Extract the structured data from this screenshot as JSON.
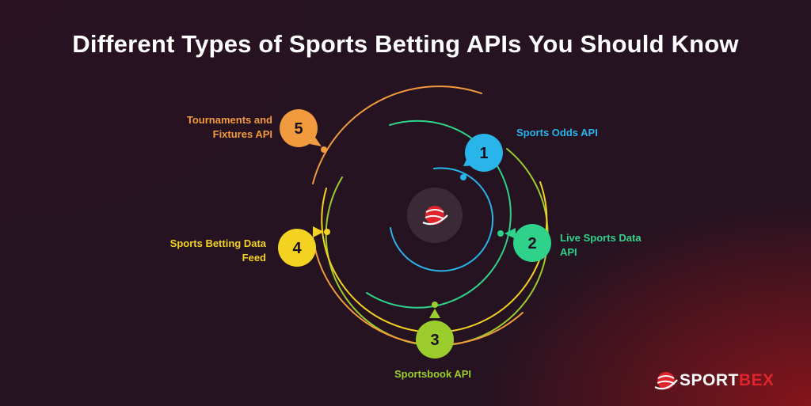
{
  "title": "Different Types of Sports Betting APIs You Should Know",
  "items": [
    {
      "number": "1",
      "label_line1": "Sports Odds API",
      "label_line2": "",
      "color": "#29b5ea"
    },
    {
      "number": "2",
      "label_line1": "Live Sports Data",
      "label_line2": "API",
      "color": "#2fd28a"
    },
    {
      "number": "3",
      "label_line1": "Sportsbook API",
      "label_line2": "",
      "color": "#9bcd2c"
    },
    {
      "number": "4",
      "label_line1": "Sports Betting Data",
      "label_line2": "Feed",
      "color": "#f3d221"
    },
    {
      "number": "5",
      "label_line1": "Tournaments and",
      "label_line2": "Fixtures API",
      "color": "#f19a3e"
    }
  ],
  "center_logo_icon": "sportbex-globe-icon",
  "brand": {
    "part1": "SPORT",
    "part2": "BEX",
    "icon": "sportbex-globe-icon",
    "accent_color": "#e0242b"
  }
}
